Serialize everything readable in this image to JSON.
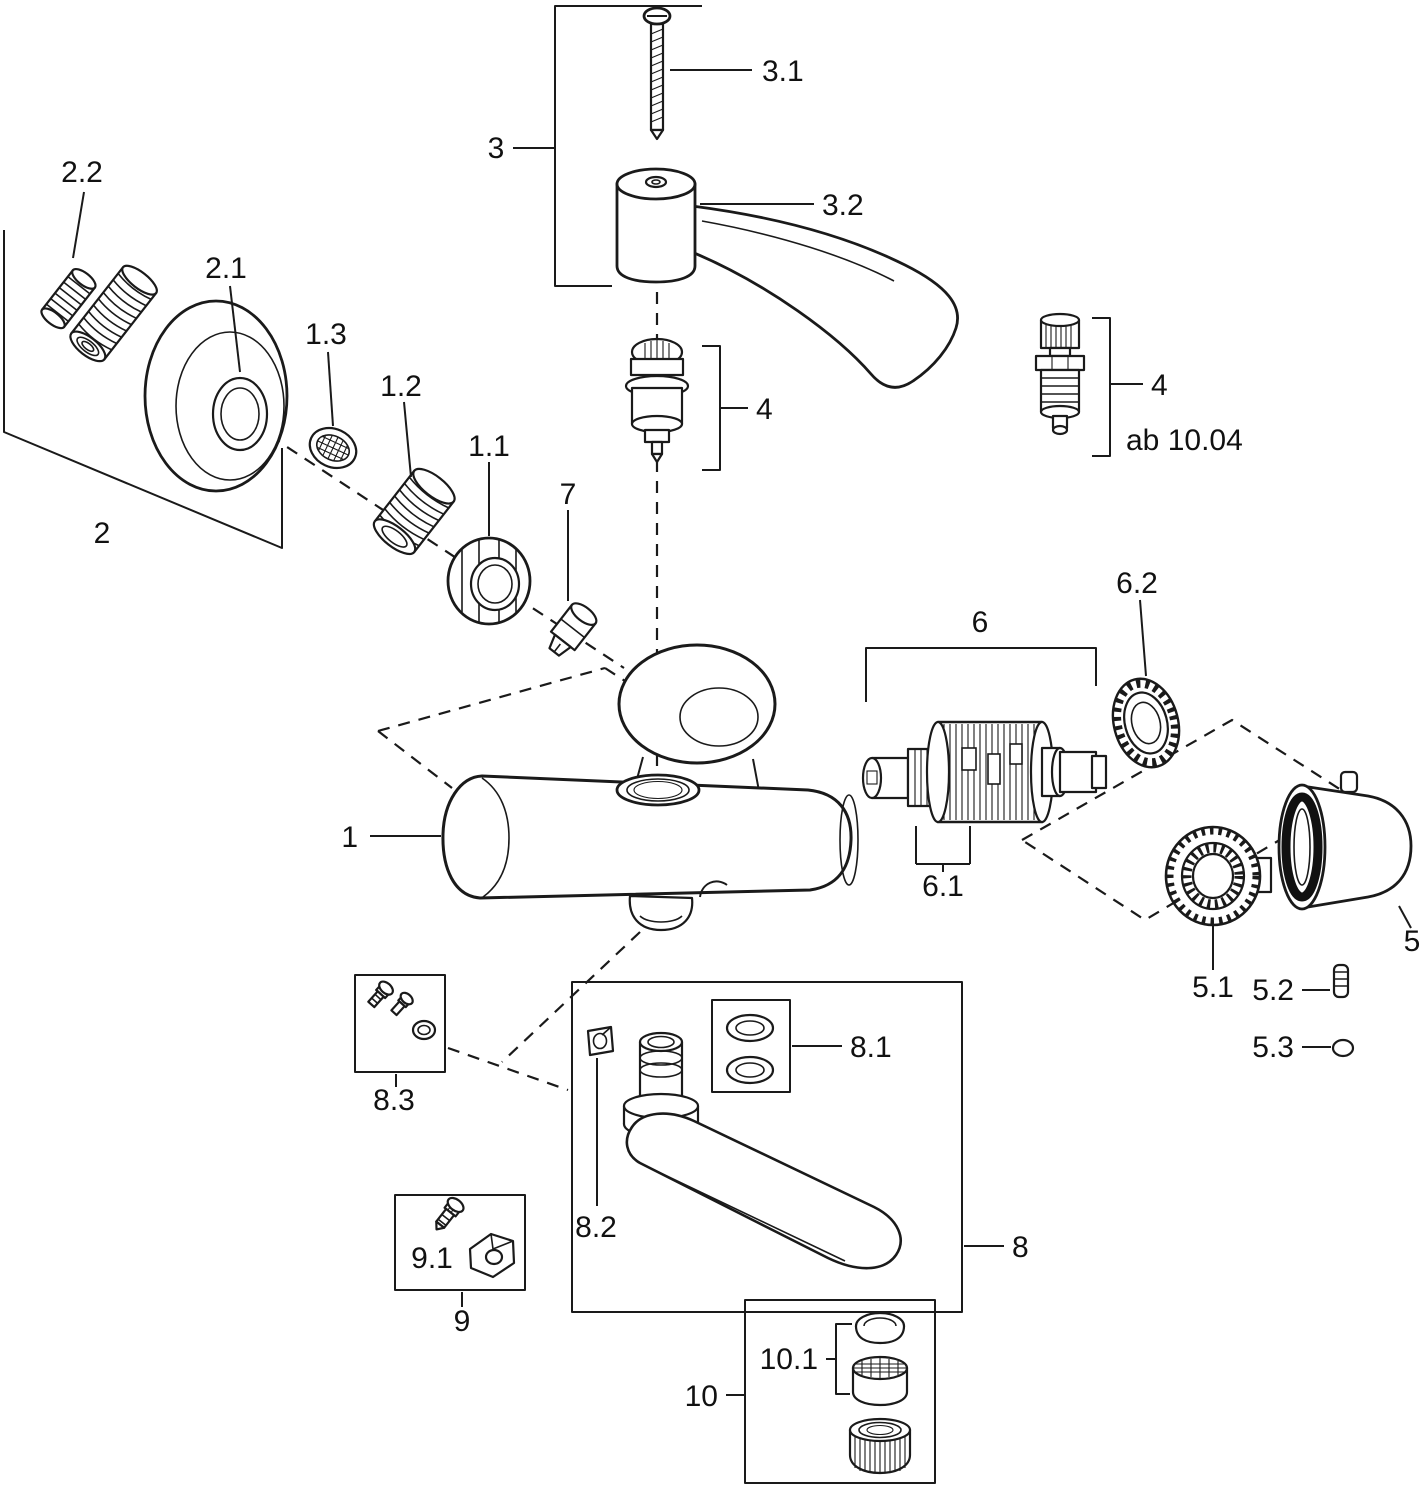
{
  "page": {
    "background": "#ffffff",
    "line_color": "#1a1a1a"
  },
  "labels": {
    "part1": "1",
    "part1_1": "1.1",
    "part1_2": "1.2",
    "part1_3": "1.3",
    "part2": "2",
    "part2_1": "2.1",
    "part2_2": "2.2",
    "part3": "3",
    "part3_1": "3.1",
    "part3_2": "3.2",
    "part4_center": "4",
    "part4_right": "4",
    "part4_right_note": "ab 10.04",
    "part5": "5",
    "part5_1": "5.1",
    "part5_2": "5.2",
    "part5_3": "5.3",
    "part6": "6",
    "part6_1": "6.1",
    "part6_2": "6.2",
    "part7": "7",
    "part8": "8",
    "part8_1": "8.1",
    "part8_2": "8.2",
    "part8_3": "8.3",
    "part9": "9",
    "part9_1": "9.1",
    "part10": "10",
    "part10_1": "10.1"
  }
}
